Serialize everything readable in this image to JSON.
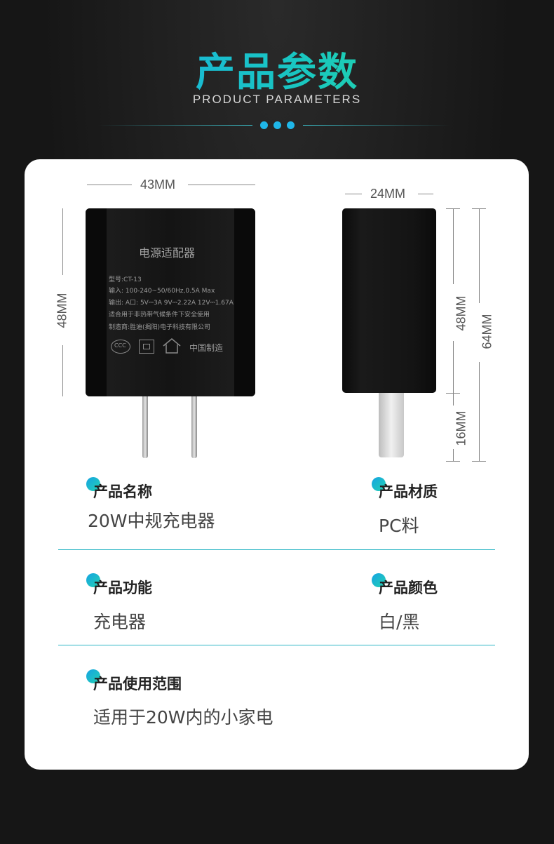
{
  "header": {
    "title": "产品参数",
    "subtitle": "PRODUCT PARAMETERS"
  },
  "colors": {
    "accent_start": "#1aa6f0",
    "accent_end": "#2ee68a",
    "separator": "#2eb6c6",
    "background": "#161616"
  },
  "dimensions": {
    "front_width": "43MM",
    "front_height": "48MM",
    "side_width": "24MM",
    "side_body_height": "48MM",
    "side_prong_height": "16MM",
    "side_total_height": "64MM"
  },
  "charger_print": {
    "brand": "电源适配器",
    "model": "型号:CT-13",
    "input": "输入: 100-240~50/60Hz,0.5A Max",
    "output": "输出: A口: 5V⎓3A 9V⎓2.22A 12V⎓1.67A",
    "usage": "适合用于非热带气候条件下安全使用",
    "maker": "制造商:胜迪(揭阳)电子科技有限公司",
    "origin": "中国制造",
    "cert_mark": "CCC"
  },
  "params": [
    {
      "label": "产品名称",
      "value": "20W中规充电器"
    },
    {
      "label": "产品材质",
      "value": "PC料"
    },
    {
      "label": "产品功能",
      "value": "充电器"
    },
    {
      "label": "产品颜色",
      "value": "白/黑"
    },
    {
      "label": "产品使用范围",
      "value": "适用于20W内的小家电"
    }
  ]
}
